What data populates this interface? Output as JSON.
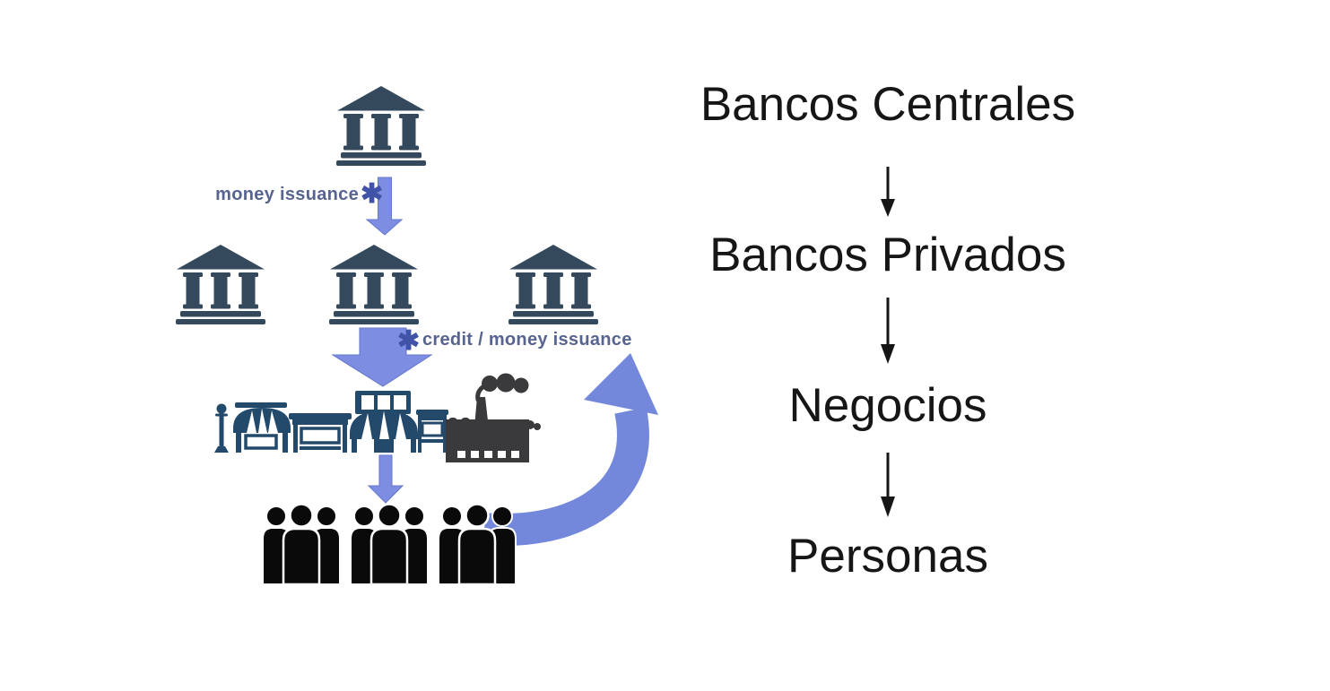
{
  "flow_diagram": {
    "money_issuance_label": "money issuance",
    "credit_label": "credit / money issuance",
    "asterisk": "✱"
  },
  "hierarchy": {
    "items": [
      {
        "label": "Bancos Centrales"
      },
      {
        "label": "Bancos Privados"
      },
      {
        "label": "Negocios"
      },
      {
        "label": "Personas"
      }
    ]
  },
  "colors": {
    "bank_icon": "#35495C",
    "arrow_blue": "#7D8EE2",
    "arrow_blue_edge": "#6677CC",
    "cycle_arrow": "#7488DB",
    "storefront": "#234A6B",
    "factory": "#3A3A3C",
    "people": "#0A0A0A",
    "note_text": "#57648F",
    "asterisk_blue": "#4053A6",
    "hierarchy_text": "#161616"
  }
}
